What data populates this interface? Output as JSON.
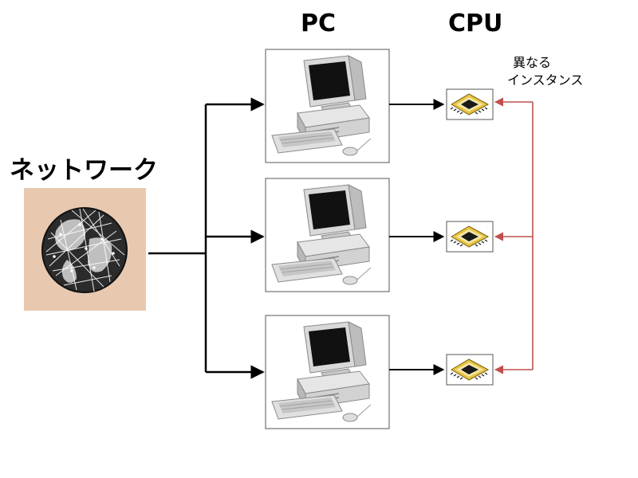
{
  "labels": {
    "network": "ネットワーク",
    "pc": "PC",
    "cpu": "CPU",
    "instances_line1": "異なる",
    "instances_line2": "インスタンス"
  },
  "nodes": {
    "network": {
      "icon": "globe-network-icon",
      "background": "#e8c9b0"
    },
    "pcs": [
      {
        "icon": "desktop-computer-icon"
      },
      {
        "icon": "desktop-computer-icon"
      },
      {
        "icon": "desktop-computer-icon"
      }
    ],
    "cpus": [
      {
        "icon": "cpu-chip-icon"
      },
      {
        "icon": "cpu-chip-icon"
      },
      {
        "icon": "cpu-chip-icon"
      }
    ]
  },
  "colors": {
    "connector": "#000000",
    "instance_connector": "#c0504d",
    "chip_gold": "#e8c440",
    "chip_pad": "#f5e7a8"
  }
}
